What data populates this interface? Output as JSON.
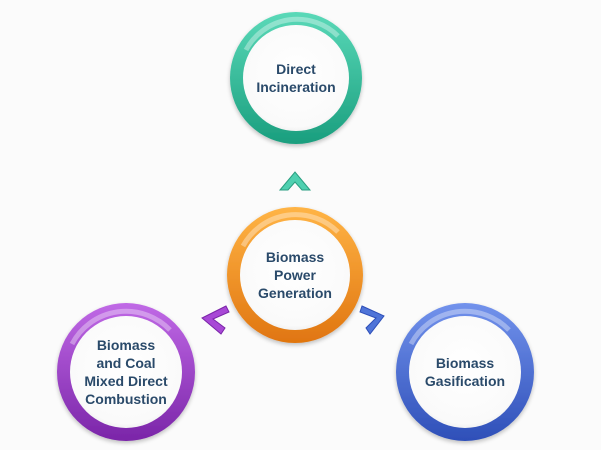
{
  "nodes": {
    "center": {
      "label": "Biomass\nPower\nGeneration",
      "color": "#f39a22",
      "color_dark": "#e07a10"
    },
    "top": {
      "label": "Direct\nIncineration",
      "color": "#2ec4a0",
      "color_dark": "#1a9e7e"
    },
    "left": {
      "label": "Biomass\nand Coal\nMixed Direct\nCombustion",
      "color": "#a23fd0",
      "color_dark": "#7a25a8"
    },
    "right": {
      "label": "Biomass\nGasification",
      "color": "#4a6fd6",
      "color_dark": "#2e4fb8"
    }
  },
  "arrows": {
    "top": {
      "color": "#4fd0b0"
    },
    "left": {
      "color": "#a848d6"
    },
    "right": {
      "color": "#4f74d8"
    }
  },
  "text_color": "#2a4a6a"
}
